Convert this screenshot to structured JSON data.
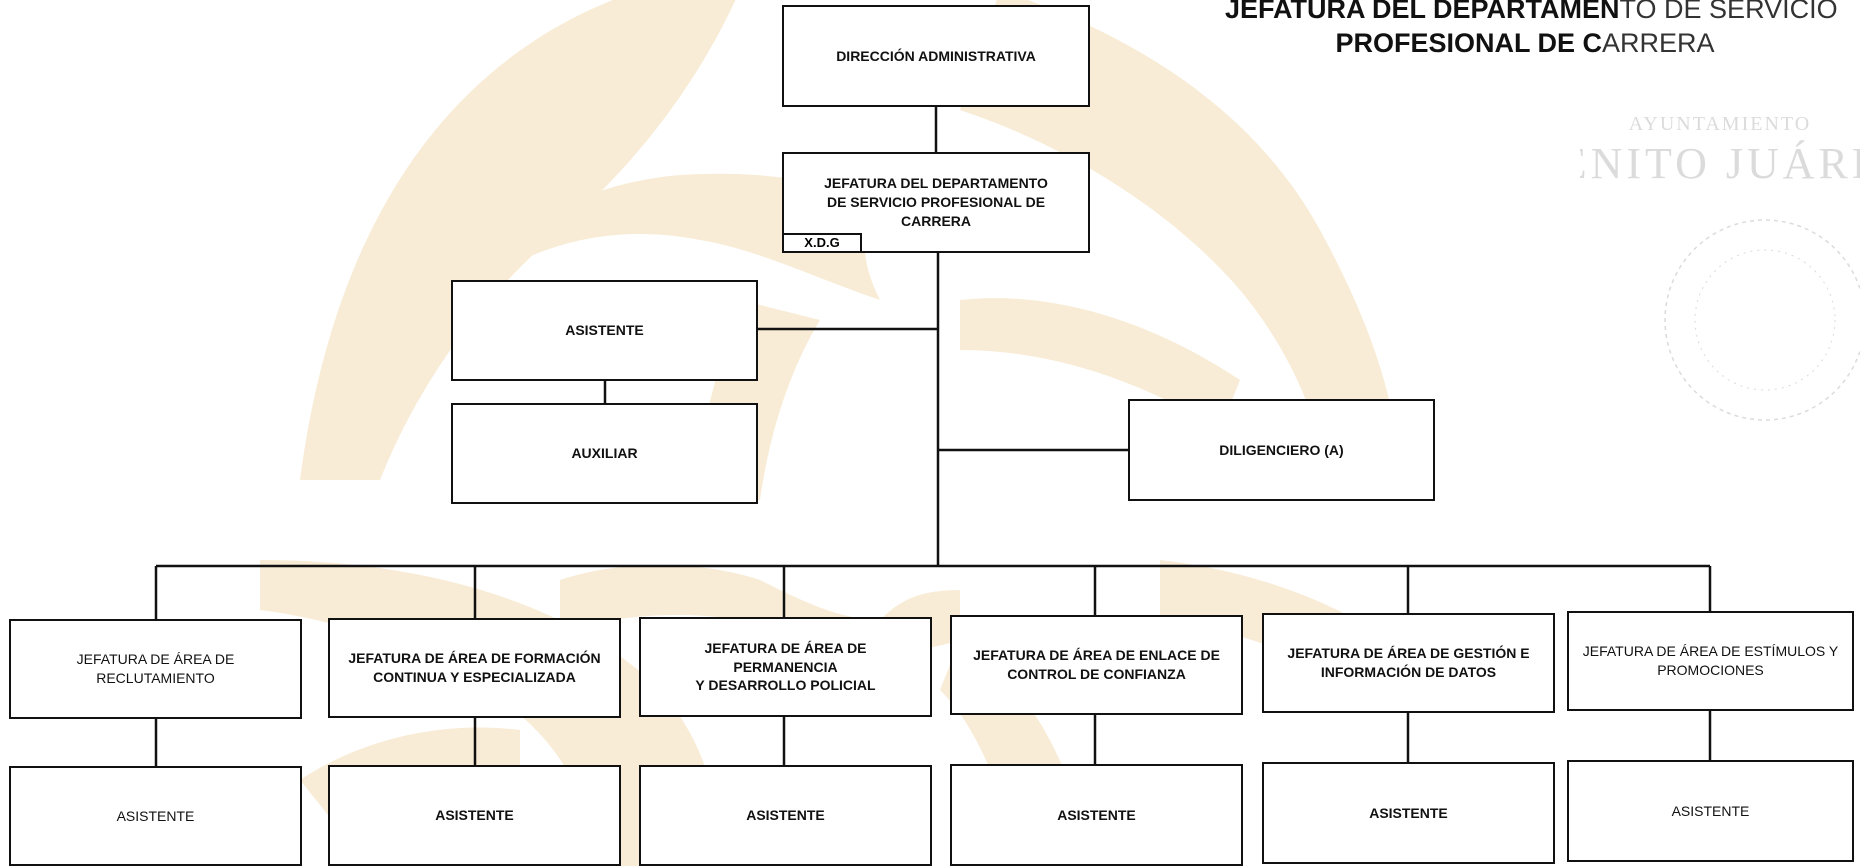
{
  "header": {
    "title_line1_strong": "JEFATURA DEL DEPARTAMEN",
    "title_line1_light": "TO DE SERVICIO",
    "title_line2_strong": "PROFESIONAL DE C",
    "title_line2_light": "ARRERA"
  },
  "seal": {
    "text_line1": "AYUNTAMIENTO",
    "text_line2": "BENITO JUÁREZ"
  },
  "nodes": {
    "direccion": "DIRECCIÓN ADMINISTRATIVA",
    "jefatura_depto": "JEFATURA DEL DEPARTAMENTO\nDE SERVICIO PROFESIONAL DE CARRERA",
    "jefatura_tag": "X.D.G",
    "asistente_top": "ASISTENTE",
    "auxiliar": "AUXILIAR",
    "diligenciero": "DILIGENCIERO (A)",
    "area_reclutamiento": "JEFATURA DE ÁREA DE\nRECLUTAMIENTO",
    "area_formacion": "JEFATURA DE ÁREA DE FORMACIÓN\nCONTINUA Y ESPECIALIZADA",
    "area_permanencia": "JEFATURA DE ÁREA DE PERMANENCIA\nY DESARROLLO POLICIAL",
    "area_enlace": "JEFATURA DE  ÁREA DE ENLACE DE\nCONTROL DE CONFIANZA",
    "area_gestion": "JEFATURA DE ÁREA DE GESTIÓN E\nINFORMACIÓN DE DATOS",
    "area_estimulos": "JEFATURA DE ÁREA DE ESTÍMULOS Y\nPROMOCIONES",
    "asistente_1": "ASISTENTE",
    "asistente_2": "ASISTENTE",
    "asistente_3": "ASISTENTE",
    "asistente_4": "ASISTENTE",
    "asistente_5": "ASISTENTE",
    "asistente_6": "ASISTENTE"
  },
  "colors": {
    "watermark": "#f8ecd6",
    "line": "#111111",
    "seal": "#9a9a9a"
  }
}
